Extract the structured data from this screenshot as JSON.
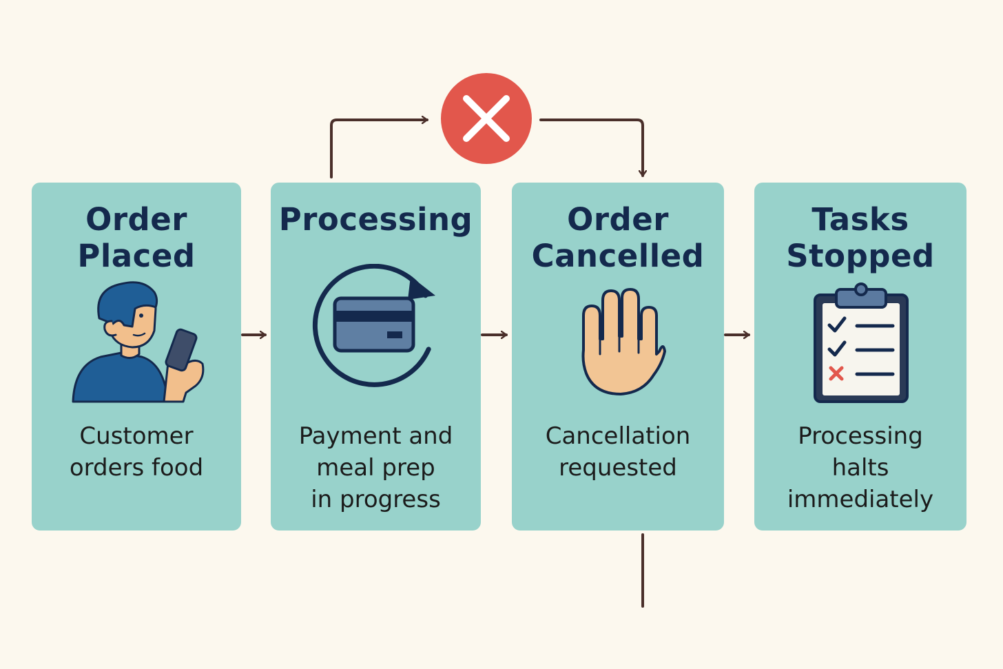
{
  "colors": {
    "background": "#fcf8ee",
    "card": "#98d2cb",
    "title": "#14294d",
    "arrow": "#4a2f2a",
    "cancel": "#e2574c"
  },
  "cancel_marker": {
    "icon": "x-circle-icon"
  },
  "steps": [
    {
      "title_line1": "Order",
      "title_line2": "Placed",
      "icon": "person-with-phone-icon",
      "desc_line1": "Customer",
      "desc_line2": "orders food"
    },
    {
      "title_line1": "Processing",
      "icon": "card-refresh-icon",
      "desc_line1": "Payment and",
      "desc_line2": "meal prep",
      "desc_line3": "in progress"
    },
    {
      "title_line1": "Order",
      "title_line2": "Cancelled",
      "icon": "raised-hand-icon",
      "desc_line1": "Cancellation",
      "desc_line2": "requested"
    },
    {
      "title_line1": "Tasks",
      "title_line2": "Stopped",
      "icon": "clipboard-checklist-icon",
      "desc_line1": "Processing",
      "desc_line2": "halts",
      "desc_line3": "immediately"
    }
  ]
}
